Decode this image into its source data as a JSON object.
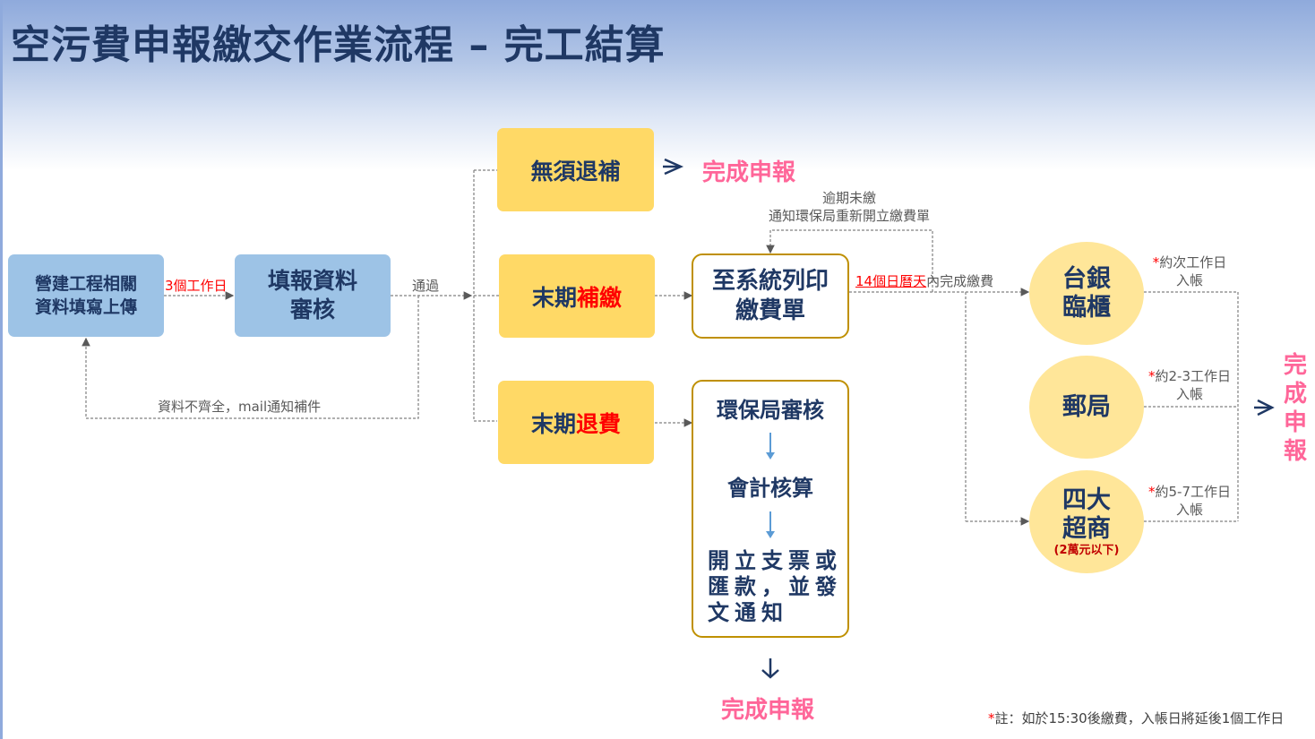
{
  "title": "空污費申報繳交作業流程 – 完工結算",
  "boxes": {
    "input": "營建工程相關\n資料填寫上傳",
    "review": "填報資料\n審核",
    "no_refund": "無須退補",
    "pay_prefix": "末期",
    "pay_suffix": "補繳",
    "refund_prefix": "末期",
    "refund_suffix": "退費",
    "print": "至系統列印\n繳費單",
    "epa_review": "環保局審核",
    "accounting": "會計核算",
    "issue_check": "開立支票或\n匯款，並發\n文通知"
  },
  "labels": {
    "three_days": "3個工作日",
    "pass": "通過",
    "incomplete": "資料不齊全，mail通知補件",
    "overdue_1": "逾期未繳",
    "overdue_2": "通知環保局重新開立繳費單",
    "fourteen_days": "14個日曆天",
    "fourteen_suffix": "內完成繳費",
    "complete": "完成申報",
    "complete_vertical": "完成申報"
  },
  "payment_channels": [
    {
      "name": "台銀\n臨櫃",
      "note_star": "*",
      "note_line1": "約次工作日",
      "note_line2": "入帳"
    },
    {
      "name": "郵局",
      "note_star": "*",
      "note_line1": "約2-3工作日",
      "note_line2": "入帳"
    },
    {
      "name": "四大\n超商",
      "sub": "(2萬元以下)",
      "note_star": "*",
      "note_line1": "約5-7工作日",
      "note_line2": "入帳"
    }
  ],
  "footnote": {
    "star": "*",
    "text": "註：如於15:30後繳費，入帳日將延後1個工作日"
  },
  "colors": {
    "title": "#1f3864",
    "blue_box": "#9dc3e6",
    "yellow_box": "#ffd966",
    "circle": "#ffe699",
    "outline": "#bf9000",
    "complete": "#ff6699",
    "emphasis": "#ff0000"
  }
}
